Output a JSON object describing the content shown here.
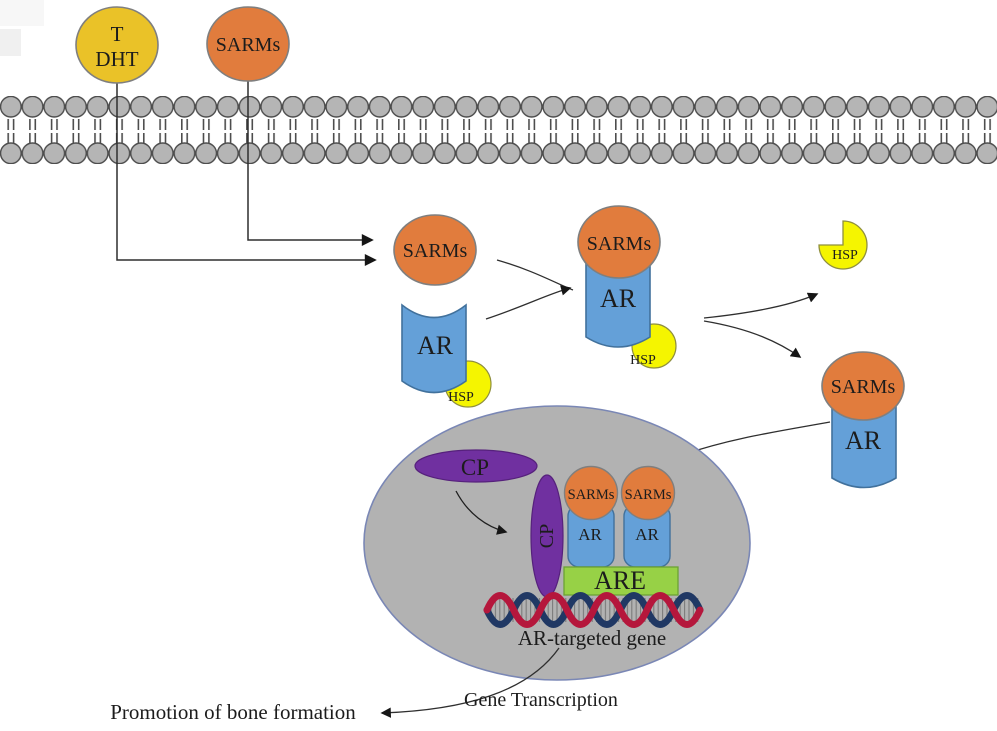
{
  "entities": {
    "ligand": {
      "line1": "T",
      "line2": "DHT"
    },
    "sarms_free": {
      "label": "SARMs"
    },
    "complex_unbound": {
      "sarms": "SARMs",
      "ar": "AR",
      "hsp": "HSP"
    },
    "complex_bound": {
      "sarms": "SARMs",
      "ar": "AR",
      "hsp": "HSP"
    },
    "hsp_released": {
      "label": "HSP"
    },
    "complex_translocating": {
      "sarms": "SARMs",
      "ar": "AR"
    },
    "nucleus": {
      "cp_free": "CP",
      "cp_bound": "CP",
      "dimers": [
        {
          "sarms": "SARMs",
          "ar": "AR"
        },
        {
          "sarms": "SARMs",
          "ar": "AR"
        }
      ],
      "are": "ARE",
      "gene": "AR-targeted gene"
    },
    "captions": {
      "gene_transcription": "Gene Transcription",
      "promotion": "Promotion of bone formation"
    }
  },
  "colors": {
    "ligand_yellow": "#eac228",
    "sarms_orange": "#e17c3d",
    "ar_blue": "#64a0d8",
    "hsp_yellow": "#f5f500",
    "membrane_gray": "#b5b5b5",
    "nucleus_gray": "#b2b2b2",
    "cp_purple": "#7030a0",
    "are_green": "#97d146",
    "dna_red": "#b5173c",
    "dna_blue": "#203864"
  }
}
